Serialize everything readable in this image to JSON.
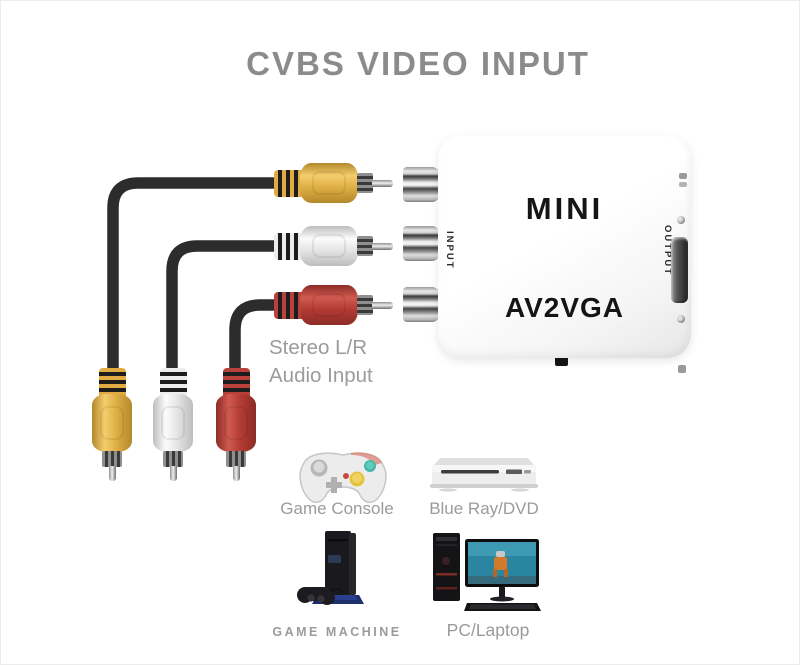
{
  "title": "CVBS VIDEO INPUT",
  "device": {
    "logo": "MINI",
    "model": "AV2VGA",
    "input_label": "INPUT",
    "output_label": "OUTPUT"
  },
  "audio_note": {
    "line1": "Stereo L/R",
    "line2": "Audio Input"
  },
  "cables": [
    {
      "name": "composite-video",
      "plug_color": "yellow",
      "hex": "#e2ab41"
    },
    {
      "name": "audio-left",
      "plug_color": "white",
      "hex": "#ededed"
    },
    {
      "name": "audio-right",
      "plug_color": "red",
      "hex": "#b9413a"
    }
  ],
  "compatible_devices": [
    {
      "label": "Game Console",
      "icon": "gamecube-controller-icon"
    },
    {
      "label": "Blue Ray/DVD",
      "icon": "dvd-player-icon"
    },
    {
      "label": "GAME MACHINE",
      "icon": "ps2-console-icon"
    },
    {
      "label": "PC/Laptop",
      "icon": "desktop-pc-icon"
    }
  ],
  "colors": {
    "background": "#ffffff",
    "title_text": "#8b8b8b",
    "caption_text": "#9b9b9b",
    "device_text": "#151515",
    "cable": "#2c2c2c"
  }
}
